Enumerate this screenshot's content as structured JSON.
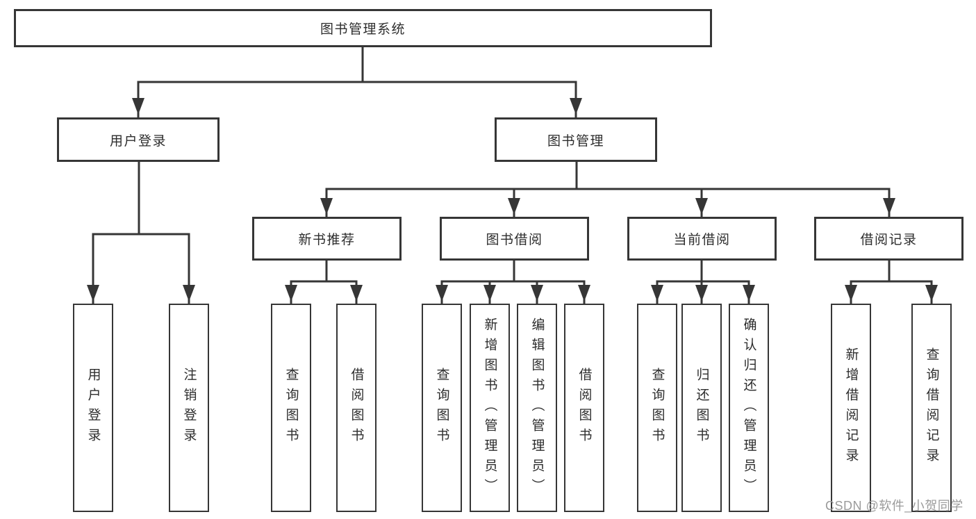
{
  "diagram": {
    "root": "图书管理系统",
    "branches": [
      {
        "label": "用户登录",
        "children": [
          "用户登录",
          "注销登录"
        ]
      },
      {
        "label": "图书管理",
        "sections": [
          {
            "label": "新书推荐",
            "children": [
              "查询图书",
              "借阅图书"
            ]
          },
          {
            "label": "图书借阅",
            "children": [
              "查询图书",
              "新增图书（管理员）",
              "编辑图书（管理员）",
              "借阅图书"
            ]
          },
          {
            "label": "当前借阅",
            "children": [
              "查询图书",
              "归还图书",
              "确认归还（管理员）"
            ]
          },
          {
            "label": "借阅记录",
            "children": [
              "新增借阅记录",
              "查询借阅记录"
            ]
          }
        ]
      }
    ]
  },
  "watermark": "CSDN @软件_小贺同学",
  "colors": {
    "line": "#363636",
    "box_border": "#363636",
    "text": "#2d2d2d",
    "watermark_text": "#9b9b9b",
    "background": "#ffffff"
  }
}
